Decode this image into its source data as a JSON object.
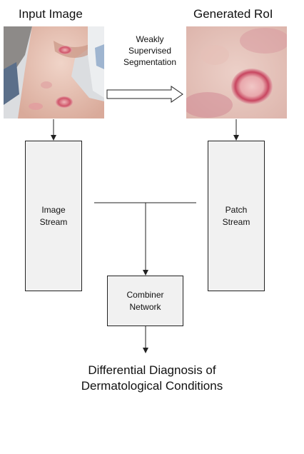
{
  "headings": {
    "input": "Input Image",
    "generated": "Generated RoI"
  },
  "arrow_label": {
    "line1": "Weakly",
    "line2": "Supervised",
    "line3": "Segmentation"
  },
  "boxes": {
    "image_stream": {
      "line1": "Image",
      "line2": "Stream"
    },
    "patch_stream": {
      "line1": "Patch",
      "line2": "Stream"
    },
    "combiner": {
      "line1": "Combiner",
      "line2": "Network"
    }
  },
  "output": {
    "line1": "Differential Diagnosis of",
    "line2": "Dermatological Conditions"
  },
  "colors": {
    "skin": "#e8c8bd",
    "lesion": "#d25a6e",
    "box_fill": "#f1f1f1",
    "stroke": "#222222"
  }
}
